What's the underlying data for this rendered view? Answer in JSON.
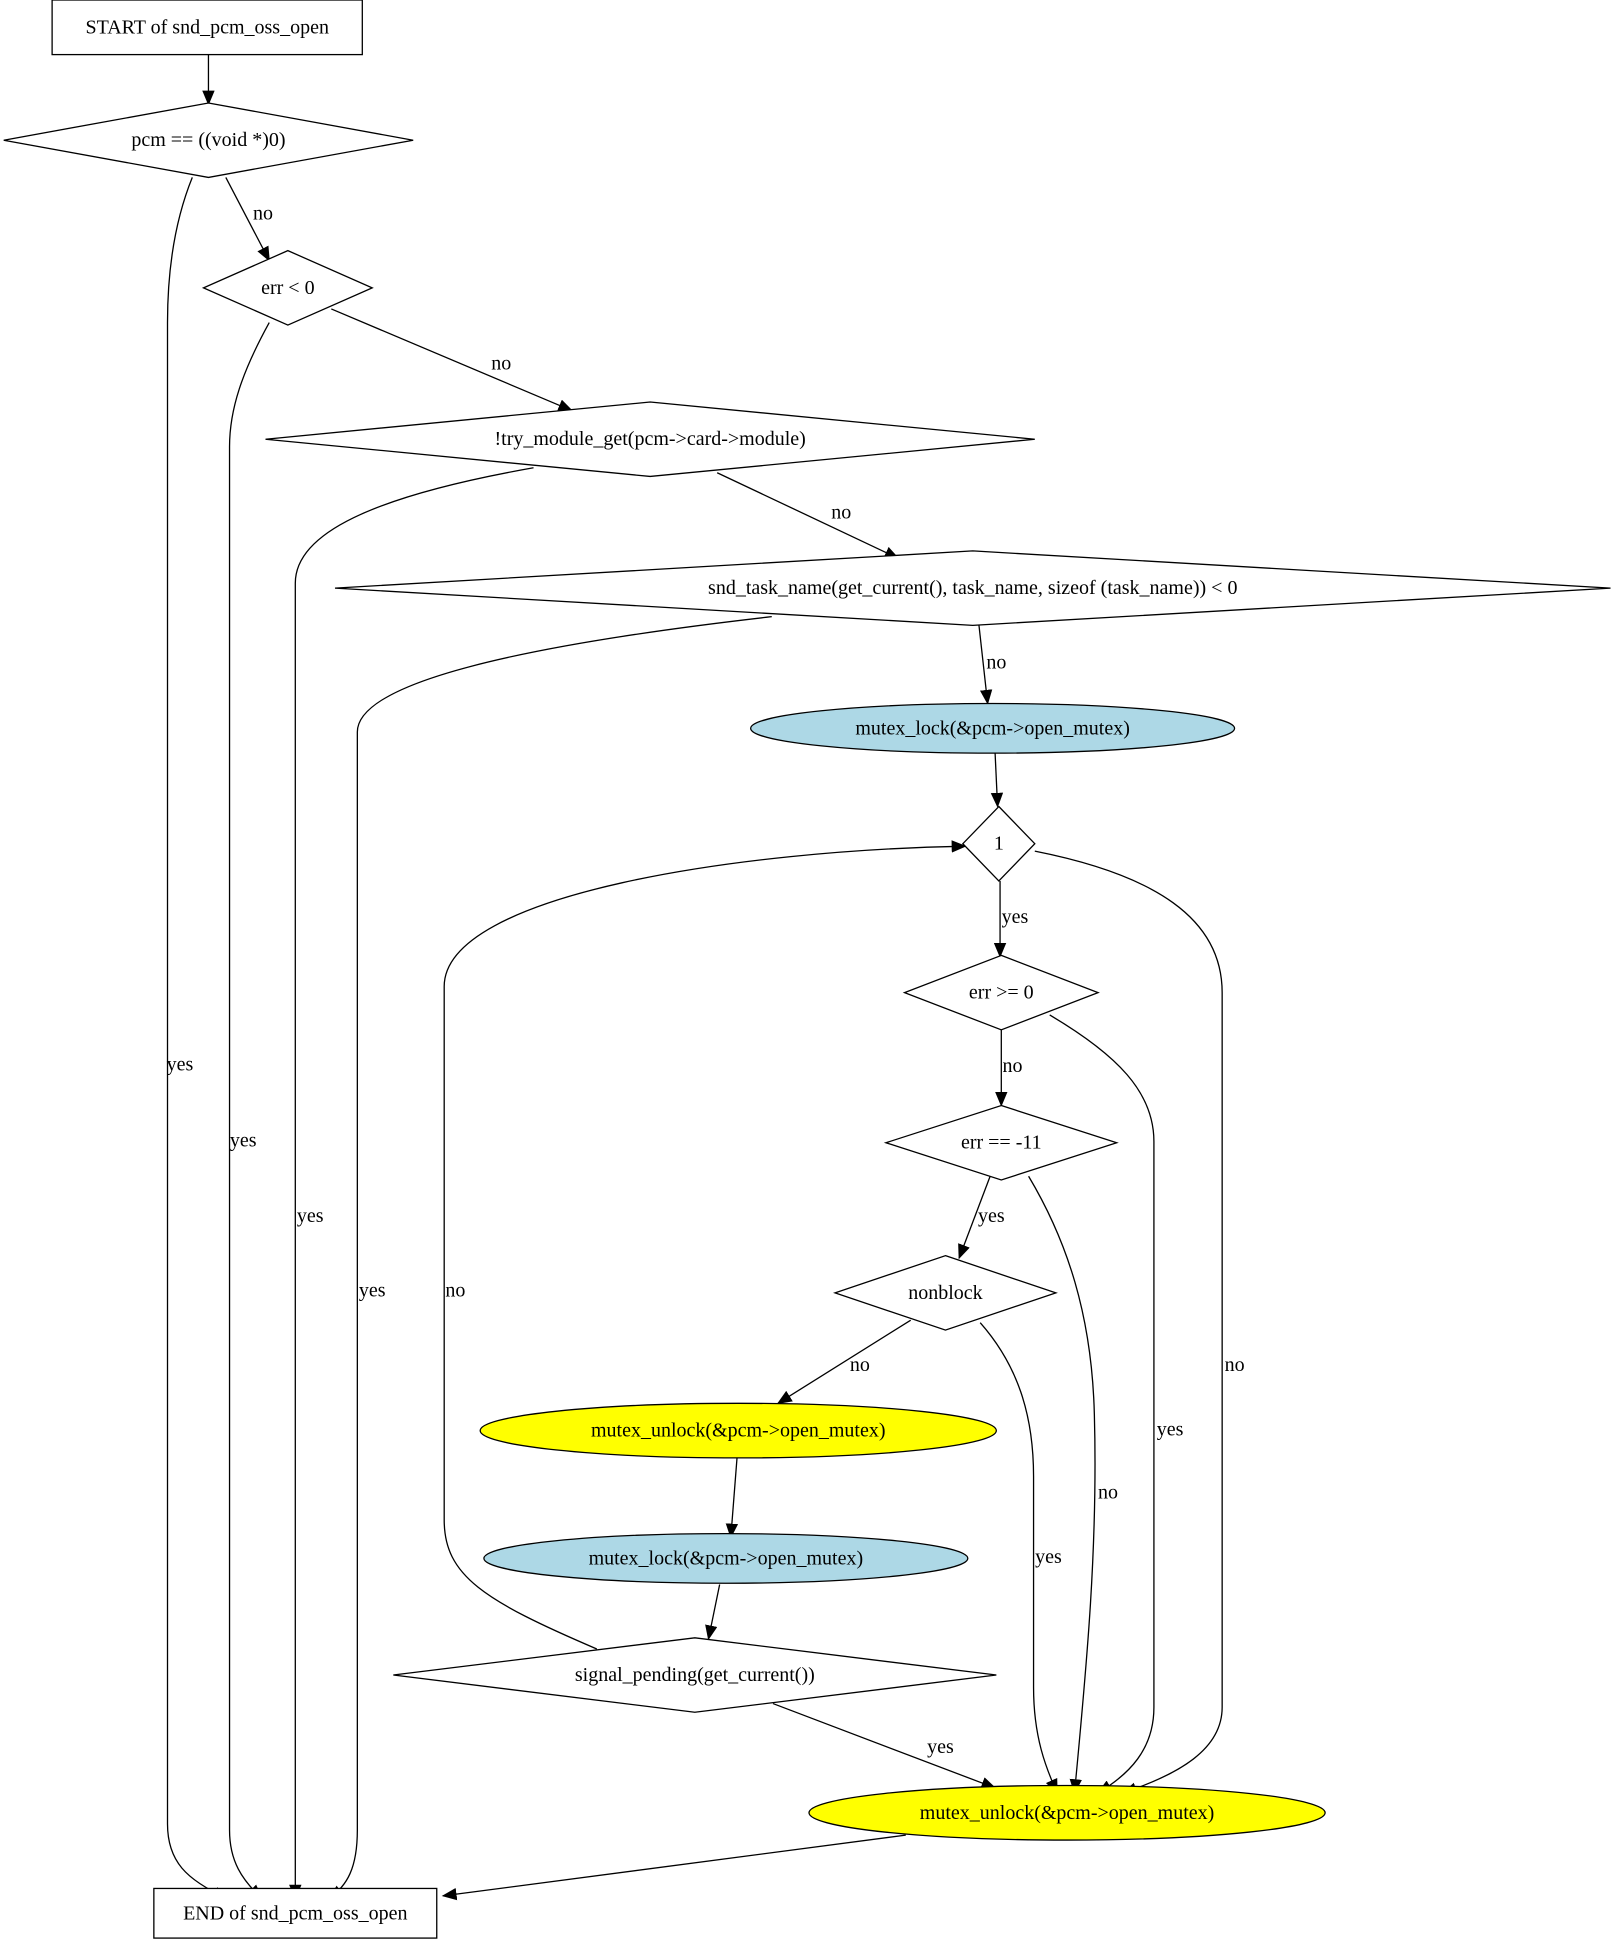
{
  "nodes": {
    "start": {
      "label": "START of snd_pcm_oss_open",
      "shape": "box",
      "fill": "#ffffff"
    },
    "d_pcm": {
      "label": "pcm == ((void *)0)",
      "shape": "diamond",
      "fill": "#ffffff"
    },
    "d_err0": {
      "label": "err < 0",
      "shape": "diamond",
      "fill": "#ffffff"
    },
    "d_try": {
      "label": "!try_module_get(pcm->card->module)",
      "shape": "diamond",
      "fill": "#ffffff"
    },
    "d_task": {
      "label": "snd_task_name(get_current(), task_name, sizeof (task_name)) < 0",
      "shape": "diamond",
      "fill": "#ffffff"
    },
    "lock1": {
      "label": "mutex_lock(&pcm->open_mutex)",
      "shape": "ellipse",
      "fill": "#add8e6"
    },
    "d_one": {
      "label": "1",
      "shape": "diamond",
      "fill": "#ffffff"
    },
    "d_errge": {
      "label": "err >= 0",
      "shape": "diamond",
      "fill": "#ffffff"
    },
    "d_err11": {
      "label": "err == -11",
      "shape": "diamond",
      "fill": "#ffffff"
    },
    "d_nonblock": {
      "label": "nonblock",
      "shape": "diamond",
      "fill": "#ffffff"
    },
    "unlock1": {
      "label": "mutex_unlock(&pcm->open_mutex)",
      "shape": "ellipse",
      "fill": "#ffff00"
    },
    "lock2": {
      "label": "mutex_lock(&pcm->open_mutex)",
      "shape": "ellipse",
      "fill": "#add8e6"
    },
    "d_signal": {
      "label": "signal_pending(get_current())",
      "shape": "diamond",
      "fill": "#ffffff"
    },
    "unlock2": {
      "label": "mutex_unlock(&pcm->open_mutex)",
      "shape": "ellipse",
      "fill": "#ffff00"
    },
    "end": {
      "label": "END of snd_pcm_oss_open",
      "shape": "box",
      "fill": "#ffffff"
    }
  },
  "edges": [
    {
      "from": "start",
      "to": "d_pcm",
      "label": ""
    },
    {
      "from": "d_pcm",
      "to": "d_err0",
      "label": "no"
    },
    {
      "from": "d_pcm",
      "to": "end",
      "label": "yes"
    },
    {
      "from": "d_err0",
      "to": "d_try",
      "label": "no"
    },
    {
      "from": "d_err0",
      "to": "end",
      "label": "yes"
    },
    {
      "from": "d_try",
      "to": "d_task",
      "label": "no"
    },
    {
      "from": "d_try",
      "to": "end",
      "label": "yes"
    },
    {
      "from": "d_task",
      "to": "lock1",
      "label": "no"
    },
    {
      "from": "d_task",
      "to": "end",
      "label": "yes"
    },
    {
      "from": "lock1",
      "to": "d_one",
      "label": ""
    },
    {
      "from": "d_one",
      "to": "d_errge",
      "label": "yes"
    },
    {
      "from": "d_one",
      "to": "unlock2",
      "label": "no"
    },
    {
      "from": "d_errge",
      "to": "d_err11",
      "label": "no"
    },
    {
      "from": "d_errge",
      "to": "unlock2",
      "label": "yes"
    },
    {
      "from": "d_err11",
      "to": "d_nonblock",
      "label": "yes"
    },
    {
      "from": "d_err11",
      "to": "unlock2",
      "label": "no"
    },
    {
      "from": "d_nonblock",
      "to": "unlock1",
      "label": "no"
    },
    {
      "from": "d_nonblock",
      "to": "unlock2",
      "label": "yes"
    },
    {
      "from": "unlock1",
      "to": "lock2",
      "label": ""
    },
    {
      "from": "lock2",
      "to": "d_signal",
      "label": ""
    },
    {
      "from": "d_signal",
      "to": "d_one",
      "label": "no"
    },
    {
      "from": "d_signal",
      "to": "unlock2",
      "label": "yes"
    },
    {
      "from": "unlock2",
      "to": "end",
      "label": ""
    }
  ]
}
